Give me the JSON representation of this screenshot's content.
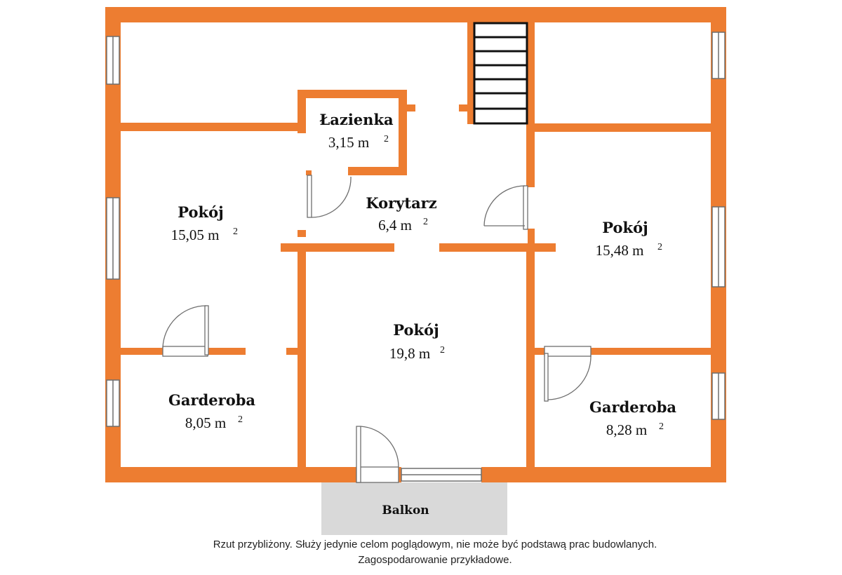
{
  "colors": {
    "wall": "#ED7D31",
    "balcony": "#D9D9D9",
    "frame": "#6E6E6E",
    "text": "#111111"
  },
  "rooms": {
    "bathroom": {
      "name": "Łazienka",
      "area": "3,15 m",
      "unit_exp": "2"
    },
    "corridor": {
      "name": "Korytarz",
      "area": "6,4 m",
      "unit_exp": "2"
    },
    "room_left": {
      "name": "Pokój",
      "area": "15,05 m",
      "unit_exp": "2"
    },
    "room_right": {
      "name": "Pokój",
      "area": "15,48 m",
      "unit_exp": "2"
    },
    "room_center": {
      "name": "Pokój",
      "area": "19,8 m",
      "unit_exp": "2"
    },
    "wardrobe_left": {
      "name": "Garderoba",
      "area": "8,05 m",
      "unit_exp": "2"
    },
    "wardrobe_right": {
      "name": "Garderoba",
      "area": "8,28 m",
      "unit_exp": "2"
    },
    "balcony": {
      "name": "Balkon"
    }
  },
  "disclaimer": {
    "line1": "Rzut przybliżony. Służy jedynie celom poglądowym, nie może być podstawą prac budowlanych.",
    "line2": "Zagospodarowanie przykładowe."
  }
}
